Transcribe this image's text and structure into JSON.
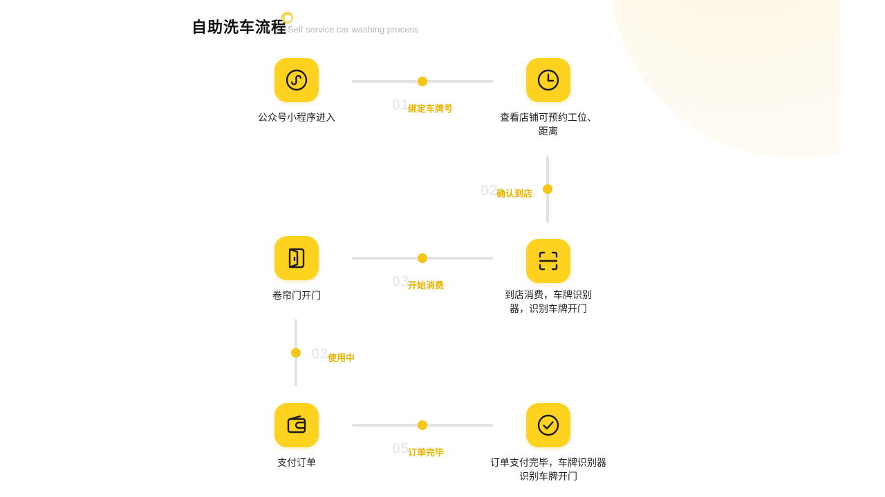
{
  "header": {
    "title": "自助洗车流程",
    "subtitle": "Self service car washing process"
  },
  "nodes": [
    {
      "label": "公众号小程序进入",
      "icon": "mini-program-icon"
    },
    {
      "label": "查看店铺可预约工位、距离",
      "icon": "clock-icon"
    },
    {
      "label": "卷帘门开门",
      "icon": "door-icon"
    },
    {
      "label": "到店消费，车牌识别器，识别车牌开门",
      "icon": "scan-icon"
    },
    {
      "label": "支付订单",
      "icon": "wallet-icon"
    },
    {
      "label": "订单支付完毕，车牌识别器识别车牌开门",
      "icon": "check-circle-icon"
    }
  ],
  "steps": [
    {
      "num": "01",
      "text": "绑定车牌号"
    },
    {
      "num": "02",
      "text": "确认到店"
    },
    {
      "num": "03",
      "text": "开始消费"
    },
    {
      "num": "03",
      "text": "使用中"
    },
    {
      "num": "05",
      "text": "订单完毕"
    }
  ],
  "colors": {
    "accent": "#ffd21f",
    "dot": "#f5c518",
    "step_text": "#e8b400"
  }
}
